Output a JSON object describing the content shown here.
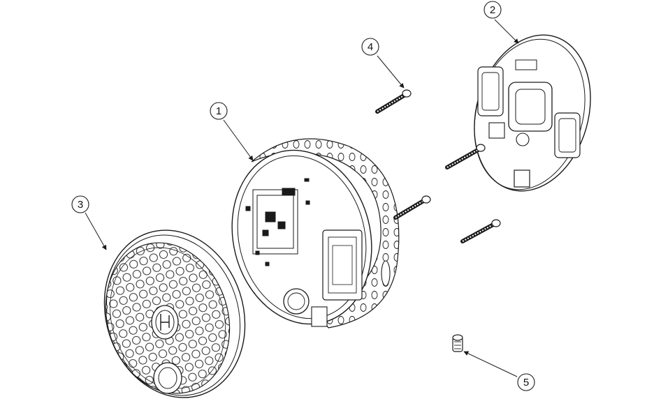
{
  "callouts": [
    {
      "id": "part-1",
      "label": "1"
    },
    {
      "id": "part-2",
      "label": "2"
    },
    {
      "id": "part-3",
      "label": "3"
    },
    {
      "id": "part-4",
      "label": "4"
    },
    {
      "id": "part-5",
      "label": "5"
    }
  ],
  "colors": {
    "line": "#1a1a1a",
    "background": "#ffffff"
  }
}
